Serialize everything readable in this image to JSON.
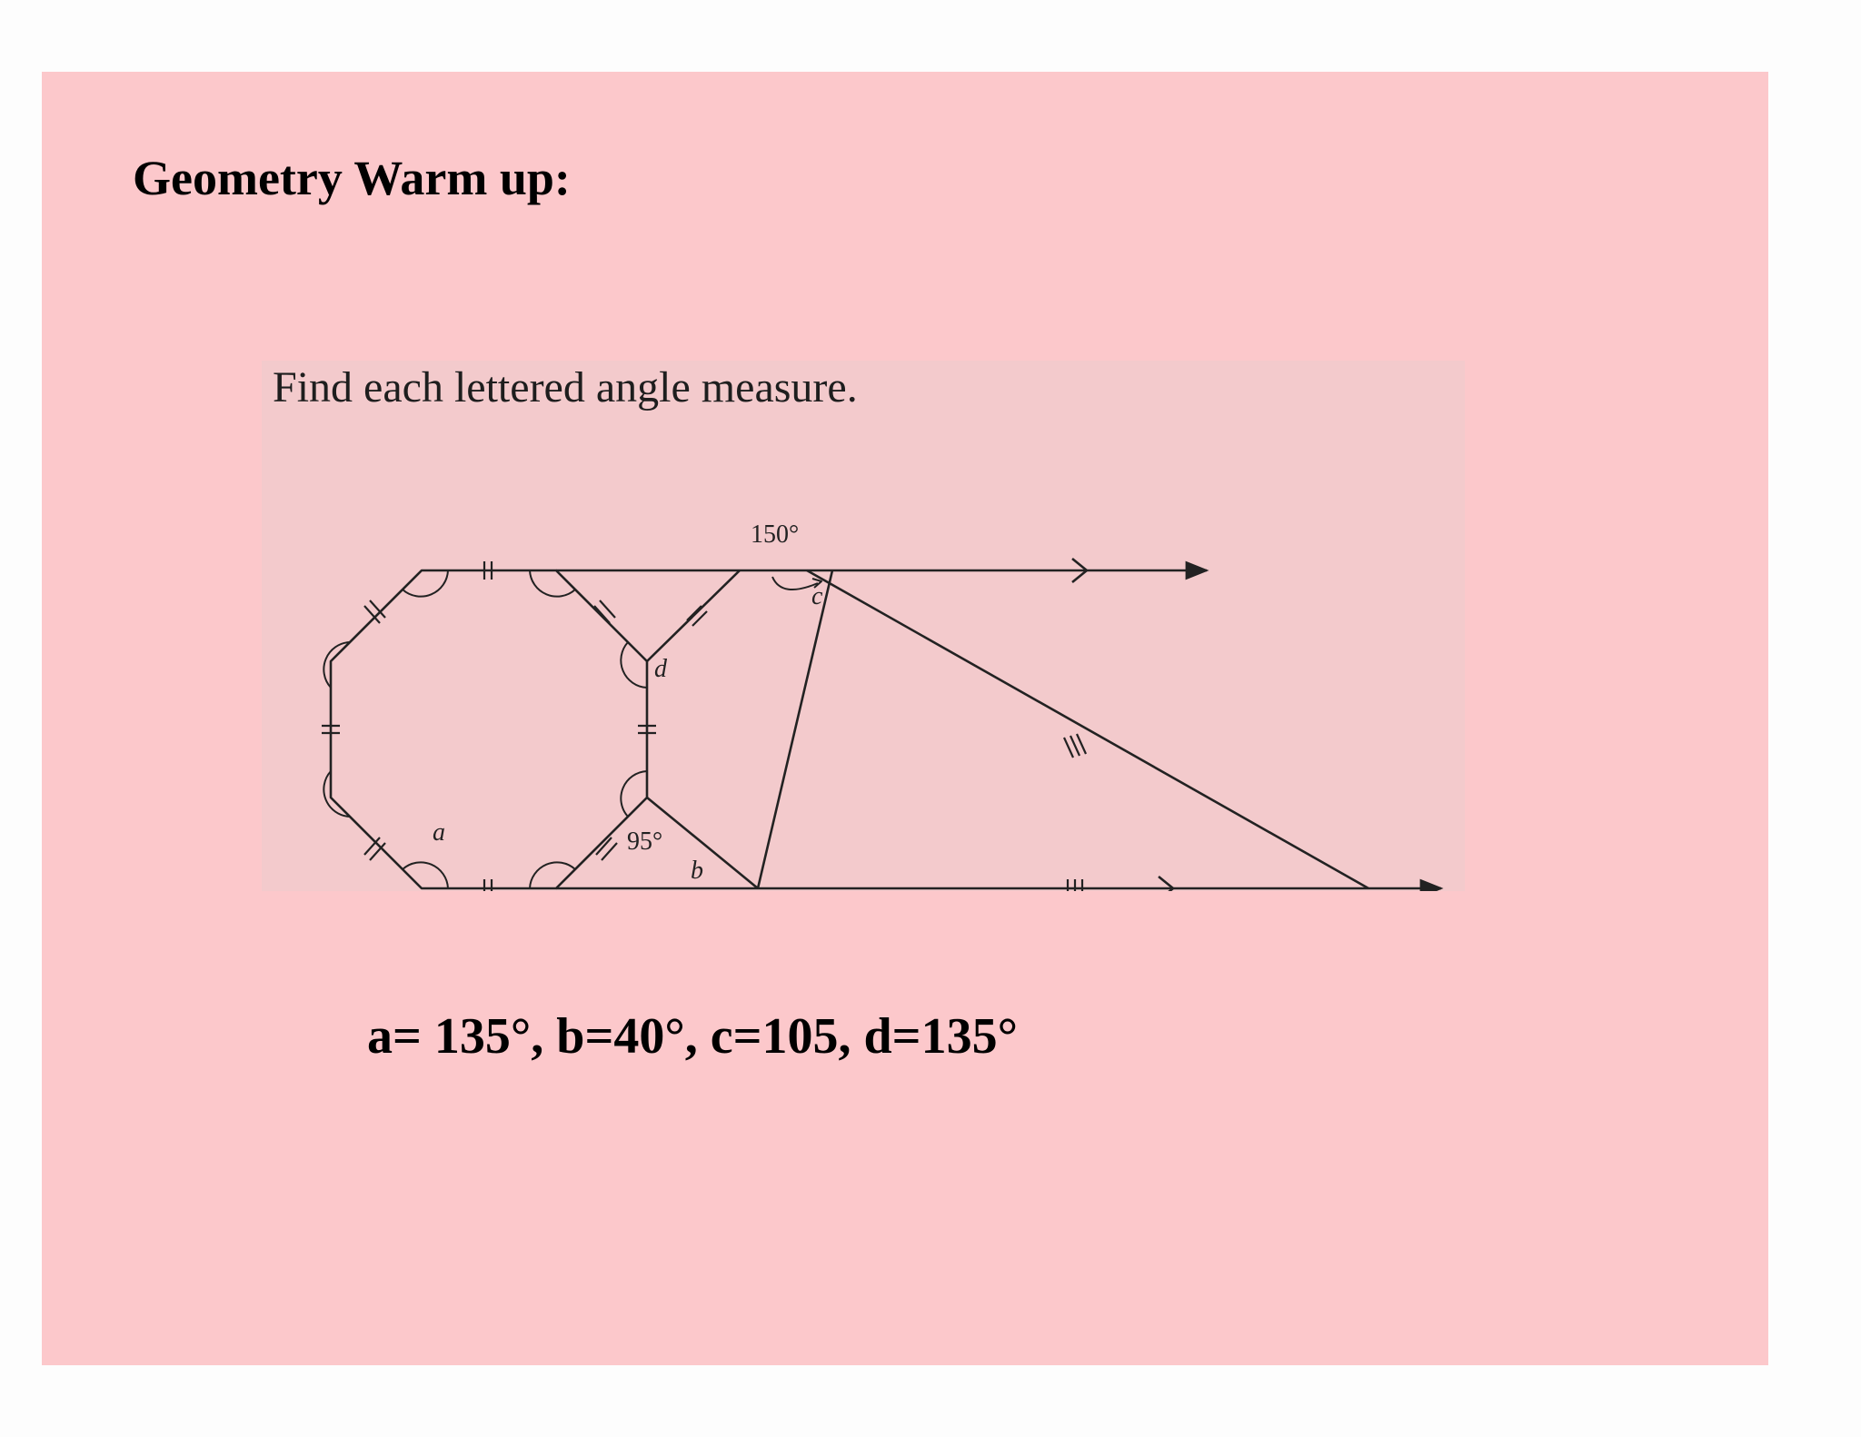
{
  "slide": {
    "title": "Geometry Warm up:",
    "background_color": "#fcc8cb"
  },
  "problem": {
    "instruction": "Find each lettered angle measure.",
    "labels": {
      "angle_150": "150°",
      "angle_95": "95°",
      "a": "a",
      "b": "b",
      "c": "c",
      "d": "d"
    }
  },
  "answer": {
    "text": "a= 135°, b=40°, c=105, d=135°"
  }
}
